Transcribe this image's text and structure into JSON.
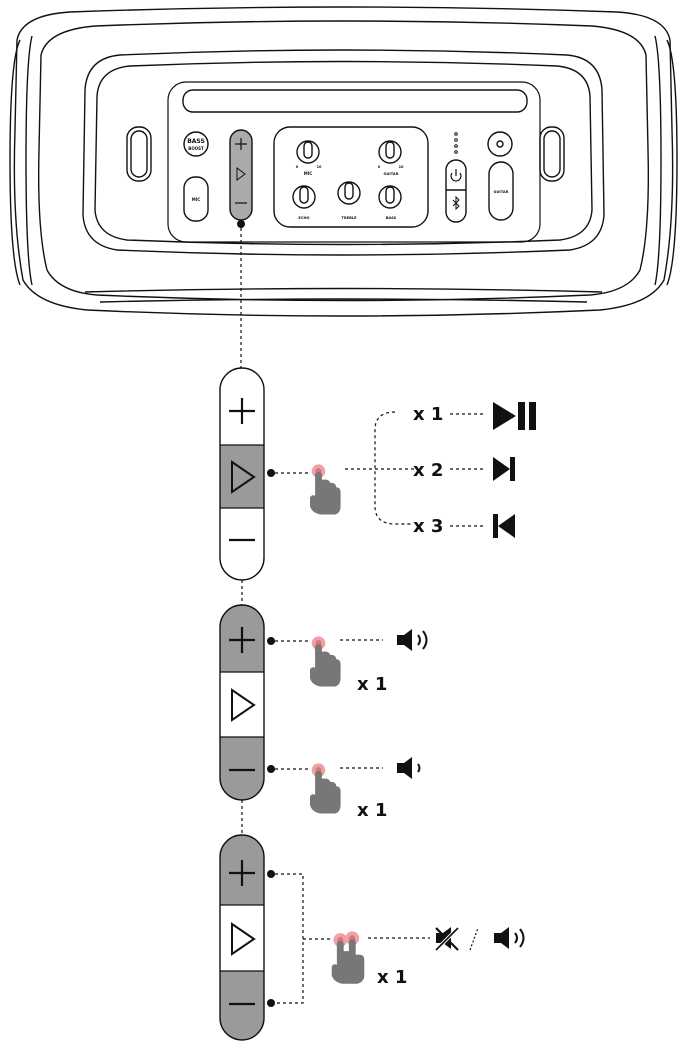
{
  "speaker_panel": {
    "bass_boost_label_1": "BASS",
    "bass_boost_label_2": "BOOST",
    "mic_button_label": "MIC",
    "guitar_button_label": "GUITAR",
    "knobs": {
      "mic": "MIC",
      "guitar": "GUITAR",
      "echo": "ECHO",
      "treble": "TREBLE",
      "bass": "BASS"
    },
    "scale_min": "0",
    "scale_max": "10"
  },
  "play_section": {
    "presses": [
      {
        "count": "x 1",
        "action_icon": "play-pause-icon"
      },
      {
        "count": "x 2",
        "action_icon": "next-track-icon"
      },
      {
        "count": "x 3",
        "action_icon": "previous-track-icon"
      }
    ]
  },
  "volume_up_section": {
    "count": "x 1",
    "action_icon": "volume-up-icon"
  },
  "volume_down_section": {
    "count": "x 1",
    "action_icon": "volume-down-icon"
  },
  "mute_section": {
    "count": "x 1",
    "action_icons": [
      "mute-icon",
      "unmute-icon"
    ]
  },
  "colors": {
    "outline": "#111111",
    "highlight_gray": "#9a9a9a",
    "finger_gray": "#777777",
    "touch_pink": "#f2a0a8"
  }
}
